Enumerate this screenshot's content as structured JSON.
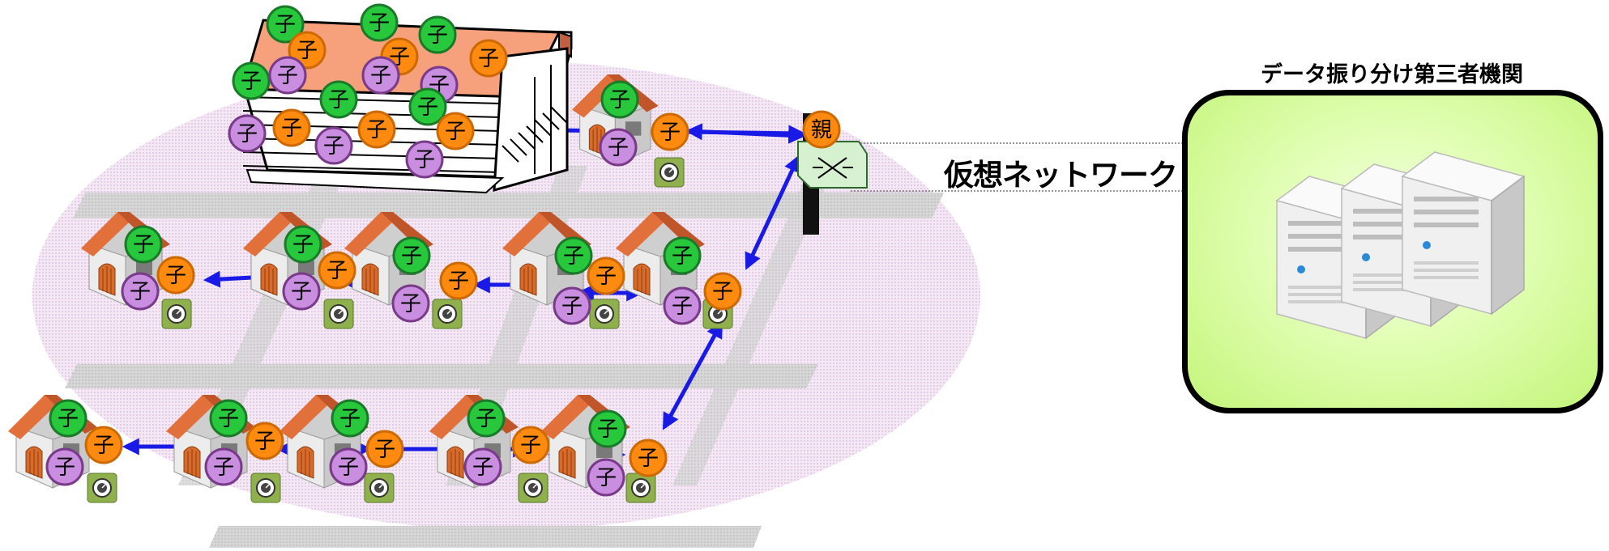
{
  "labels": {
    "virtual_network": "仮想ネットワーク",
    "third_party_org": "データ振り分け第三者機関"
  },
  "node_glyphs": {
    "parent": "親",
    "child": "子"
  },
  "colors": {
    "parent_node": "#ff8a10",
    "child_orange": "#ff8a10",
    "child_green": "#28c83c",
    "child_purple": "#c98ee0",
    "link_arrow": "#1a1ae6",
    "area_ellipse": "#e9d3ee",
    "server_panel_fill": "#d6fb9c",
    "house_roof": "#e2703a",
    "house_wall": "#e8e8e8"
  },
  "icons": [
    "house-icon",
    "smart-meter-icon",
    "apartment-building-icon",
    "network-switch-icon",
    "server-icon"
  ]
}
